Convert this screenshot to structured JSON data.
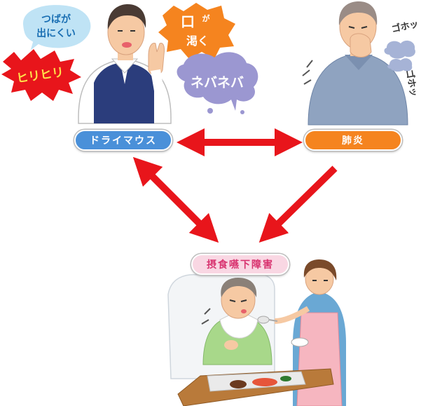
{
  "nodes": {
    "dry_mouth": "ドライマウス",
    "pneumonia": "肺炎",
    "dysphagia": "摂食嚥下障害"
  },
  "callouts": {
    "saliva_line1": "つばが",
    "saliva_line2": "出にくい",
    "thirst_mouth": "口",
    "thirst_ga": "が",
    "thirst_dry": "渇く",
    "sting": "ヒリヒリ",
    "sticky": "ネバネバ",
    "cough_1": "ゴホッ",
    "cough_2": "ゴホッ"
  },
  "colors": {
    "dry_mouth": "#4a90d9",
    "pneumonia": "#f5841f",
    "dysphagia_bg": "#f9d7e3",
    "dysphagia_text": "#d8336f",
    "arrow": "#e8151b"
  },
  "icons": {
    "man_dry_mouth": "man-touching-mouth-illustration",
    "man_coughing": "man-coughing-illustration",
    "patient_caregiver": "caregiver-feeding-patient-illustration"
  }
}
